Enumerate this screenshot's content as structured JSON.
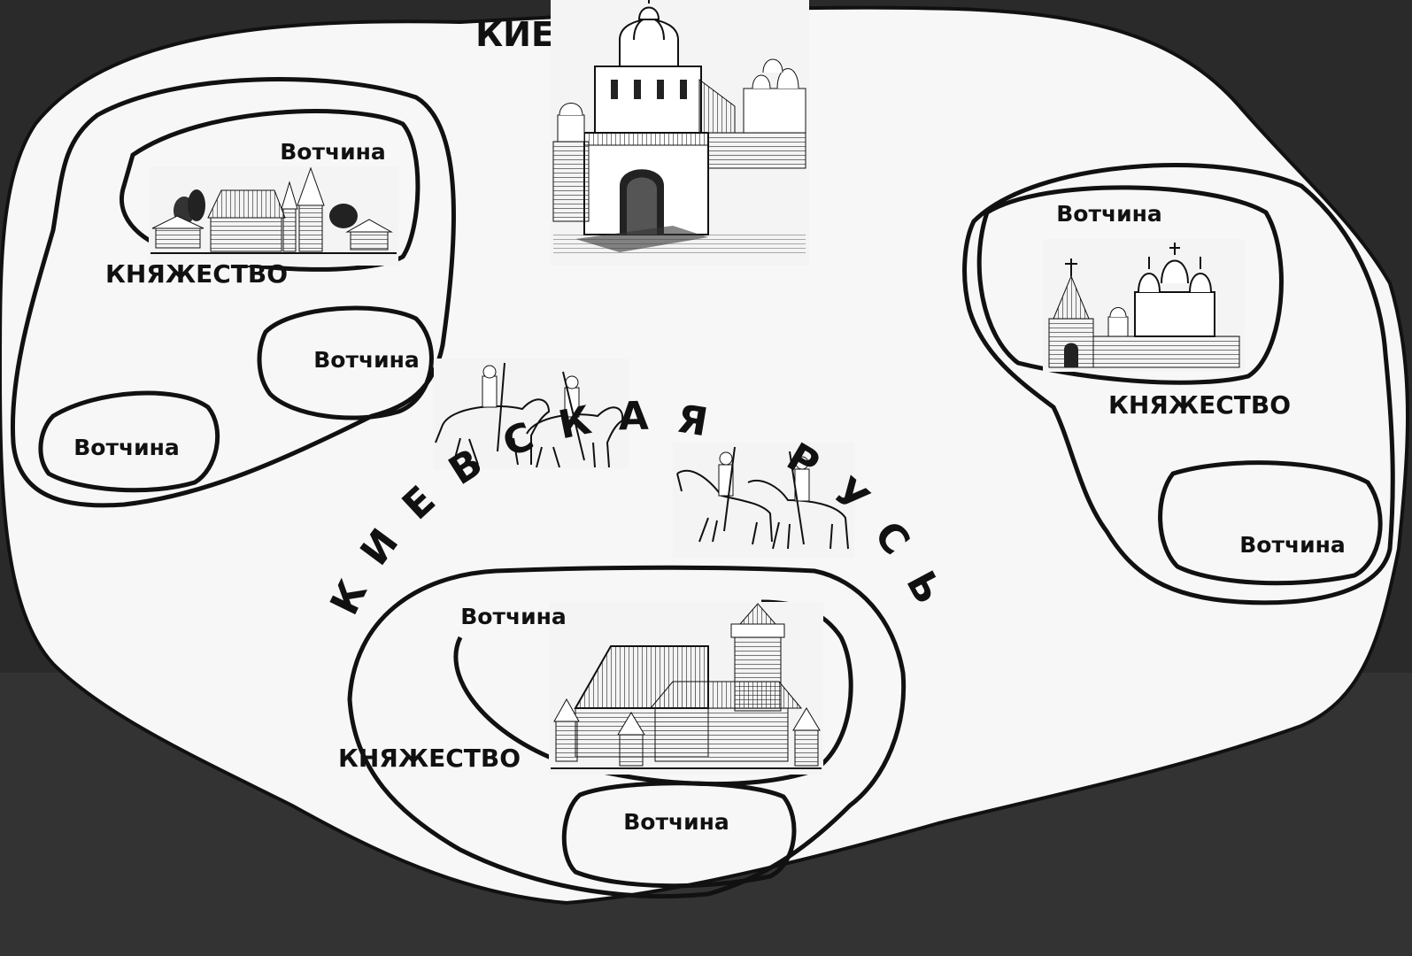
{
  "map": {
    "title_arc": "КИЕВСКАЯ РУСЬ",
    "capital": {
      "label": "КИЕВ",
      "icon": "kiev-golden-gate-icon"
    },
    "principalities": [
      {
        "label": "КНЯЖЕСТВО",
        "icon": "wooden-village-icon",
        "votchinas": [
          "Вотчина",
          "Вотчина",
          "Вотчина"
        ]
      },
      {
        "label": "КНЯЖЕСТВО",
        "icon": "church-monastery-icon",
        "votchinas": [
          "Вотчина",
          "Вотчина"
        ]
      },
      {
        "label": "КНЯЖЕСТВО",
        "icon": "wooden-terem-palace-icon",
        "votchinas": [
          "Вотчина",
          "Вотчина"
        ]
      }
    ],
    "decorations": [
      "horsemen-left-icon",
      "horsemen-right-icon"
    ],
    "colors": {
      "background": "#2c2c2c",
      "land": "#f7f7f7",
      "ink": "#111111"
    }
  }
}
